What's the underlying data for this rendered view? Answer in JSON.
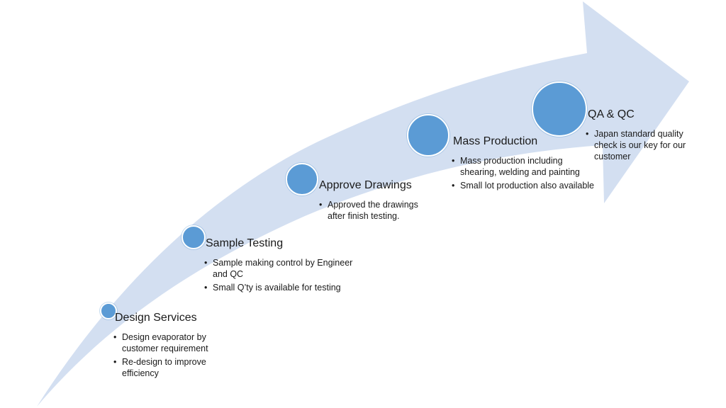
{
  "colors": {
    "arrow": "#d3dff1",
    "dot": "#5b9bd5",
    "text": "#1a1a1a"
  },
  "steps": [
    {
      "title": "Design Services",
      "bullets": [
        "Design evaporator by customer requirement",
        "Re-design to improve efficiency"
      ]
    },
    {
      "title": "Sample Testing",
      "bullets": [
        "Sample making control by Engineer and QC",
        "Small Q’ty is available for testing"
      ]
    },
    {
      "title": "Approve Drawings",
      "bullets": [
        "Approved the drawings after finish testing."
      ]
    },
    {
      "title": "Mass Production",
      "bullets": [
        "Mass production including shearing, welding and painting",
        "Small lot production also available"
      ]
    },
    {
      "title": "QA & QC",
      "bullets": [
        "Japan standard quality check is our key for our customer"
      ]
    }
  ]
}
